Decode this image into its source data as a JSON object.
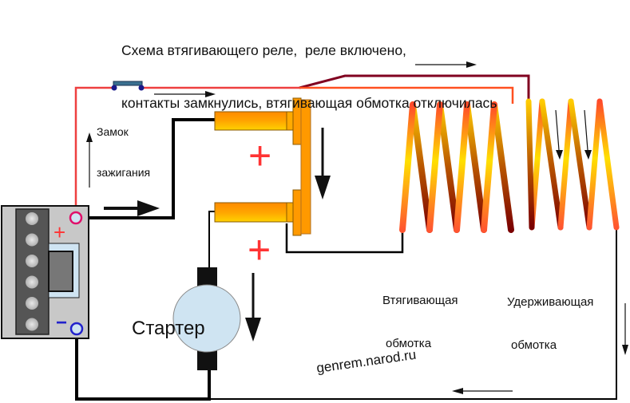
{
  "title": {
    "line1": "Схема втягивающего реле,  реле включено,",
    "line2": "контакты замкнулись, втягивающая обмотка отключилась"
  },
  "labels": {
    "ignition_line1": "Замок",
    "ignition_line2": "зажигания",
    "pull_in_line1": "Втягивающая",
    "pull_in_line2": "обмотка",
    "hold_line1": "Удерживающая",
    "hold_line2": "обмотка",
    "starter": "Стартер",
    "website": "genrem.narod.ru"
  },
  "battery": {
    "positive_symbol": "+",
    "negative_symbol": "−",
    "cell_count": 6
  },
  "relay": {
    "contact_polarity_upper": "+",
    "contact_polarity_lower": "+"
  },
  "coils": {
    "pull_in_turns": 4,
    "hold_turns": 3
  },
  "colors": {
    "wire_ignition": "#ee4040",
    "wire_hold_feed": "#800020",
    "wire_pull_feed": "#ff5020",
    "wire_power": "#000000",
    "positive": "#ff3333",
    "negative": "#2222cc",
    "battery_body": "#c8c8c8",
    "battery_panel": "#555555",
    "motor_body": "#cfe4f2",
    "contact_orange": "#ff9900"
  }
}
